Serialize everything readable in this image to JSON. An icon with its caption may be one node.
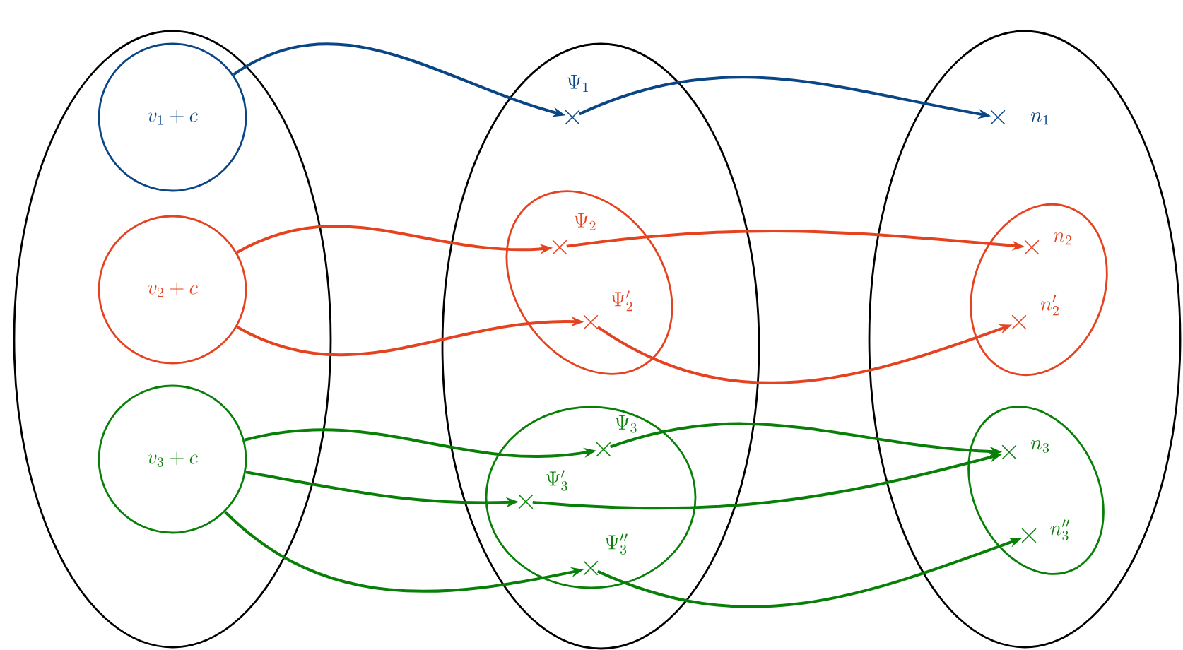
{
  "diagram": {
    "nodes": [
      {
        "text": [],
        "shape": "ellipse"
      },
      {
        "text": [
          "v_1 + c"
        ],
        "in": 0
      },
      {
        "text": [
          "v_2 + c"
        ],
        "in": 0
      },
      {
        "text": [
          "v_3 + c"
        ],
        "in": 0
      },
      {
        "text": [],
        "shape": "ellipse"
      },
      {
        "text": [
          "\\Psi_1"
        ],
        "in": 4
      },
      {
        "text": [],
        "shape": "ellipse",
        "in": 4
      },
      {
        "text": [
          "\\Psi_2"
        ],
        "in": 6
      },
      {
        "text": [
          "\\Psi_2'"
        ],
        "in": 6
      },
      {
        "text": [],
        "shape": "ellipse",
        "in": 4
      },
      {
        "text": [
          "\\Psi_3"
        ],
        "in": 9
      },
      {
        "text": [
          "\\Psi_3'"
        ],
        "in": 9
      },
      {
        "text": [
          "\\Psi_3''"
        ],
        "in": 9
      },
      {
        "text": [],
        "shape": "ellipse"
      },
      {
        "text": [
          "n_1"
        ],
        "in": 13
      },
      {
        "text": [],
        "shape": "ellipse",
        "in": 13
      },
      {
        "text": [
          "n_2"
        ],
        "in": 15
      },
      {
        "text": [
          "n_2'"
        ],
        "in": 15
      },
      {
        "text": [],
        "shape": "ellipse",
        "in": 13
      },
      {
        "text": [
          "n_3"
        ],
        "in": 18
      },
      {
        "text": [
          "n_3''"
        ],
        "in": 18
      }
    ],
    "edges": [
      {
        "from": 1,
        "to": 5,
        "arrow": "to",
        "color": "#0a4585"
      },
      {
        "from": 5,
        "to": 14,
        "arrow": "to",
        "color": "#0a4585"
      },
      {
        "from": 2,
        "to": 7,
        "arrow": "to",
        "color": "#e5431f"
      },
      {
        "from": 2,
        "to": 8,
        "arrow": "to",
        "color": "#e5431f"
      },
      {
        "from": 7,
        "to": 16,
        "arrow": "to",
        "color": "#e5431f"
      },
      {
        "from": 8,
        "to": 17,
        "arrow": "to",
        "color": "#e5431f"
      },
      {
        "from": 3,
        "to": 10,
        "arrow": "to",
        "color": "#088008"
      },
      {
        "from": 3,
        "to": 11,
        "arrow": "to",
        "color": "#088008"
      },
      {
        "from": 3,
        "to": 12,
        "arrow": "to",
        "color": "#088008"
      },
      {
        "from": 10,
        "to": 19,
        "arrow": "to",
        "color": "#088008"
      },
      {
        "from": 11,
        "to": 19,
        "arrow": "to",
        "color": "#088008"
      },
      {
        "from": 12,
        "to": 20,
        "arrow": "to",
        "color": "#088008"
      }
    ]
  }
}
